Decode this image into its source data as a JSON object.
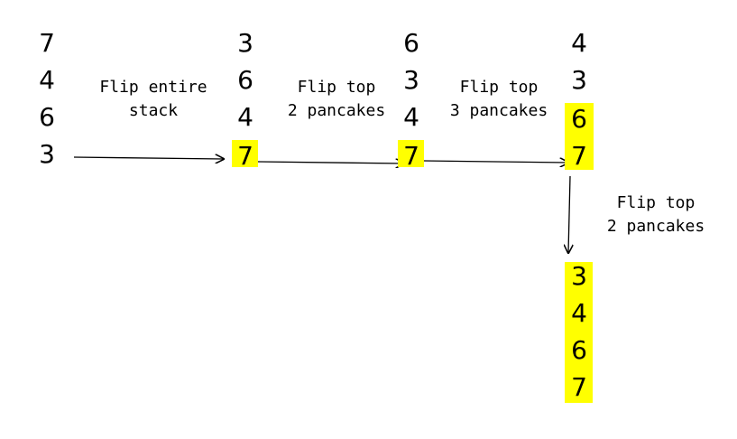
{
  "stacks": [
    {
      "values": [
        "7",
        "4",
        "6",
        "3"
      ]
    },
    {
      "values": [
        "3",
        "6",
        "4",
        "7"
      ]
    },
    {
      "values": [
        "6",
        "3",
        "4",
        "7"
      ]
    },
    {
      "values": [
        "4",
        "3",
        "6",
        "7"
      ]
    },
    {
      "values": [
        "3",
        "4",
        "6",
        "7"
      ]
    }
  ],
  "steps": [
    {
      "line1": "Flip entire",
      "line2": "stack"
    },
    {
      "line1": "Flip top",
      "line2": "2 pancakes"
    },
    {
      "line1": "Flip top",
      "line2": "3 pancakes"
    },
    {
      "line1": "Flip top",
      "line2": "2 pancakes"
    }
  ],
  "colors": {
    "highlight": "#ffff00",
    "text": "#000000",
    "arrow": "#000000"
  }
}
